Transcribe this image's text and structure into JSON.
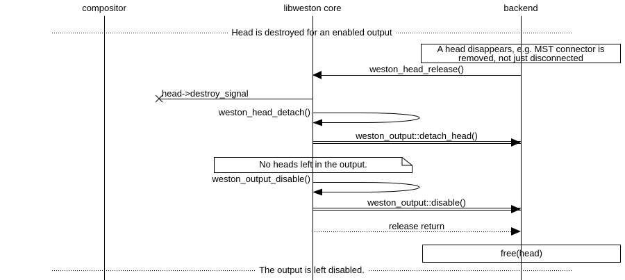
{
  "colors": {
    "foreground": "#000000",
    "background": "#ffffff"
  },
  "diagram": {
    "type": "sequence",
    "participants": [
      {
        "name": "compositor"
      },
      {
        "name": "libweston core"
      },
      {
        "name": "backend"
      }
    ],
    "dividers": [
      {
        "label": "Head is destroyed for an enabled output"
      },
      {
        "label": "The output is left disabled."
      }
    ],
    "notes": [
      {
        "kind": "box",
        "over": "backend",
        "lines": [
          "A head disappears, e.g. MST connector is",
          "removed, not just disconnected"
        ]
      },
      {
        "kind": "note",
        "over": "libweston core",
        "text": "No heads left in the output."
      },
      {
        "kind": "box",
        "over": "backend",
        "text": "free(head)"
      }
    ],
    "messages": [
      {
        "label": "weston_head_release()",
        "from": "backend",
        "to": "libweston core",
        "style": "solid-call"
      },
      {
        "label": "head->destroy_signal",
        "from": "libweston core",
        "to": "lost",
        "style": "lost-signal"
      },
      {
        "label": "weston_head_detach()",
        "from": "libweston core",
        "to": "libweston core",
        "style": "self-call"
      },
      {
        "label": "weston_output::detach_head()",
        "from": "libweston core",
        "to": "backend",
        "style": "method-call"
      },
      {
        "label": "weston_output_disable()",
        "from": "libweston core",
        "to": "libweston core",
        "style": "self-call"
      },
      {
        "label": "weston_output::disable()",
        "from": "libweston core",
        "to": "backend",
        "style": "method-call"
      },
      {
        "label": "release return",
        "from": "libweston core",
        "to": "backend",
        "style": "return-dotted"
      }
    ]
  }
}
